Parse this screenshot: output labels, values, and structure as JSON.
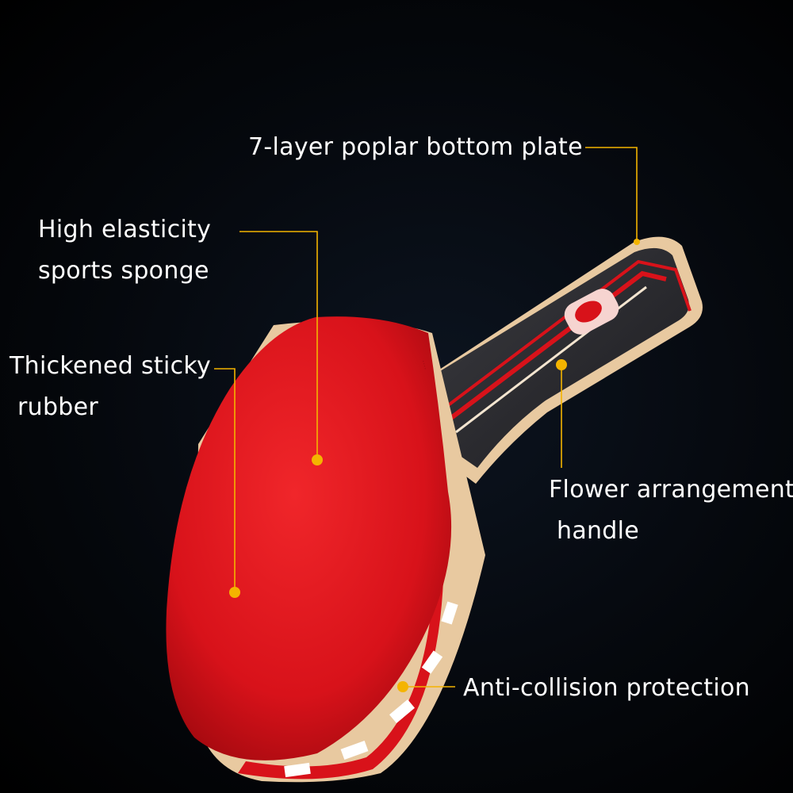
{
  "callouts": {
    "bottom_plate": {
      "text": "7-layer poplar bottom plate"
    },
    "sponge": {
      "line1": "High elasticity",
      "line2": "sports sponge"
    },
    "rubber": {
      "line1": "Thickened sticky",
      "line2": "rubber"
    },
    "handle": {
      "line1": "Flower arrangement",
      "line2": "handle"
    },
    "anti_collision": {
      "text": "Anti-collision protection"
    }
  },
  "colors": {
    "background": "#000000",
    "rubber_red": "#e0141c",
    "callout_gold": "#f4b400",
    "label_white": "#ffffff",
    "wood": "#e8c9a0",
    "handle_black": "#2a2a2e"
  }
}
